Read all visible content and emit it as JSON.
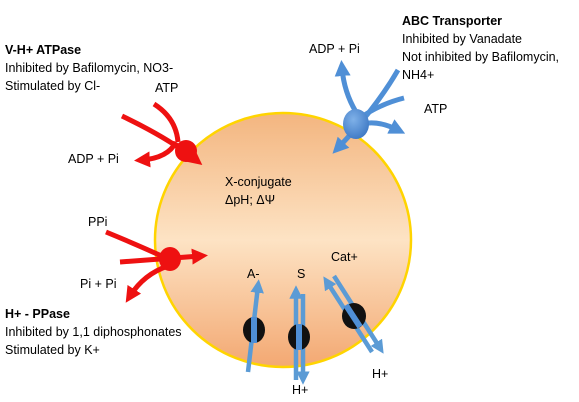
{
  "vatpase": {
    "title": "V-H+ ATPase",
    "line1": "Inhibited by Bafilomycin, NO3-",
    "line2": "Stimulated by Cl-",
    "atp": "ATP",
    "adp": "ADP + Pi",
    "color": "#ee1111"
  },
  "abc": {
    "title": "ABC Transporter",
    "line1": "Inhibited by Vanadate",
    "line2": "Not inhibited by Bafilomycin,",
    "line3": "NH4+",
    "adp": "ADP + Pi",
    "atp": "ATP",
    "color": "#4f8fd6"
  },
  "ppase": {
    "title": "H+  - PPase",
    "line1": "Inhibited by 1,1 diphosphonates",
    "line2": "Stimulated by K+",
    "ppi": "PPi",
    "pi": "Pi + Pi",
    "color": "#ee1111"
  },
  "vesicle": {
    "label1": "X-conjugate",
    "label2": "ΔpH; ΔΨ",
    "gradient_edge": "#f4b07a",
    "gradient_mid": "#fde6c8"
  },
  "antiporters": {
    "anion": "A-",
    "substrate": "S",
    "cation": "Cat+",
    "proton_s": "H+",
    "proton_cat": "H+",
    "arrow_color": "#5b9bd5"
  }
}
